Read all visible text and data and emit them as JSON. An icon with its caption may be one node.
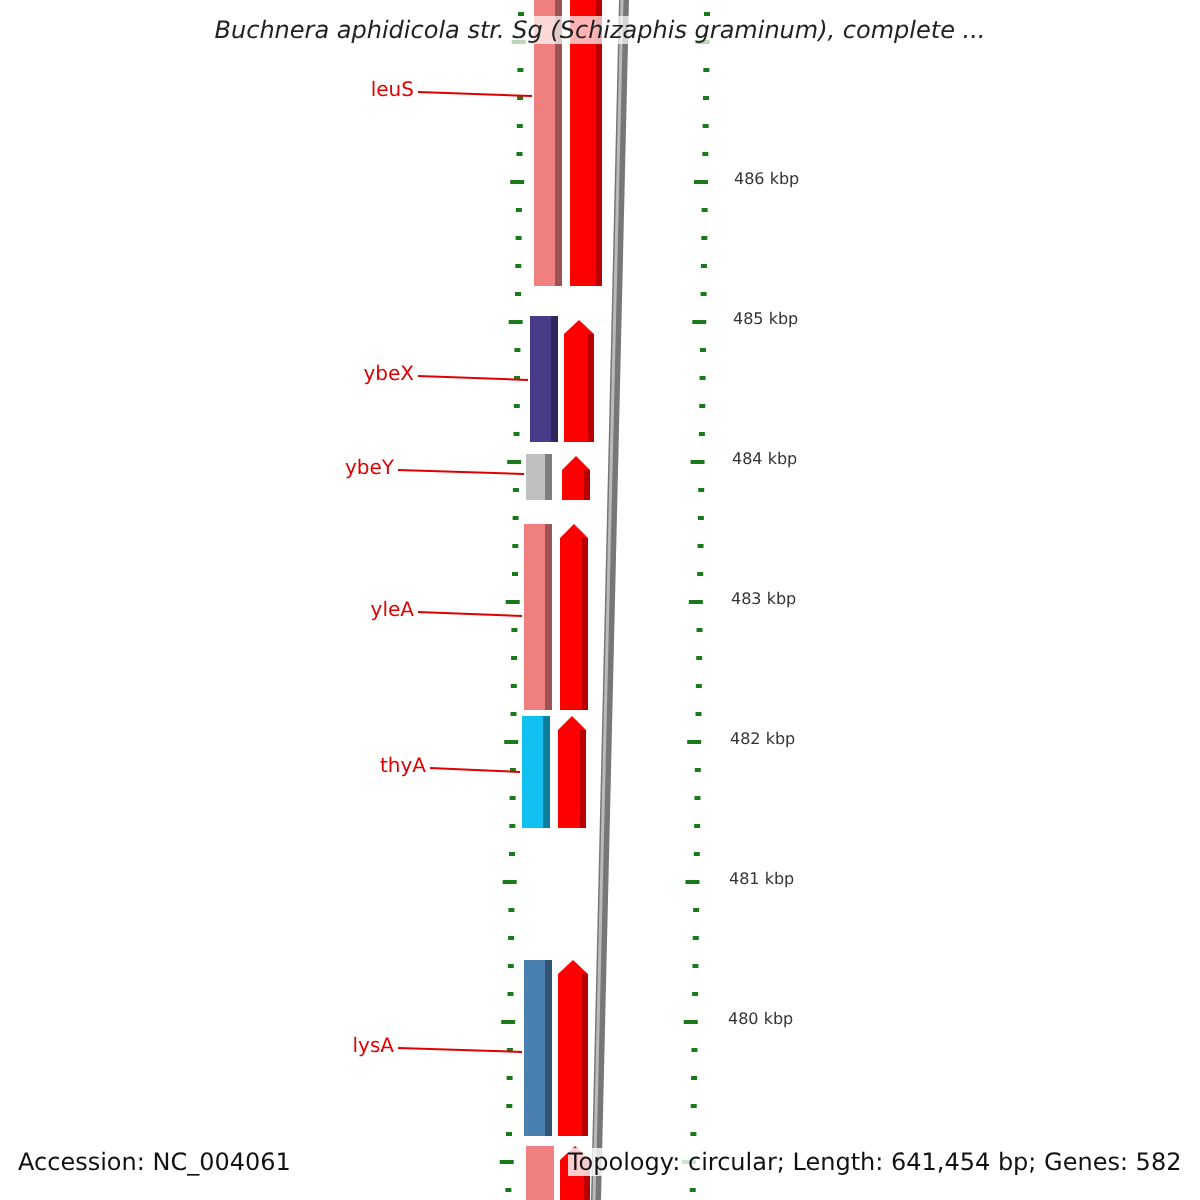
{
  "diagram": {
    "title": "Buchnera aphidicola str. Sg (Schizaphis graminum), complete ...",
    "nodes": [
      {
        "text": [
          "leuS"
        ]
      },
      {
        "text": [],
        "shape": "bar"
      },
      {
        "text": [
          "ybeX"
        ]
      },
      {
        "text": [],
        "shape": "bar"
      },
      {
        "text": [
          "ybeY"
        ]
      },
      {
        "text": [],
        "shape": "bar"
      },
      {
        "text": [
          "yleA"
        ]
      },
      {
        "text": [],
        "shape": "bar"
      },
      {
        "text": [
          "thyA"
        ]
      },
      {
        "text": [],
        "shape": "bar"
      },
      {
        "text": [
          "lysA"
        ]
      },
      {
        "text": [],
        "shape": "bar"
      }
    ],
    "edges": [
      {
        "from": 0,
        "to": 1,
        "arrow": "none"
      },
      {
        "from": 2,
        "to": 3,
        "arrow": "none"
      },
      {
        "from": 4,
        "to": 5,
        "arrow": "none"
      },
      {
        "from": 6,
        "to": 7,
        "arrow": "none"
      },
      {
        "from": 8,
        "to": 9,
        "arrow": "none"
      },
      {
        "from": 10,
        "to": 11,
        "arrow": "none"
      }
    ],
    "labels": [
      "486 kbp",
      "485 kbp",
      "484 kbp",
      "483 kbp",
      "482 kbp",
      "481 kbp",
      "480 kbp",
      "Accession: NC_004061",
      "Topology: circular; Length: 641,454 bp; Genes: 582"
    ]
  }
}
